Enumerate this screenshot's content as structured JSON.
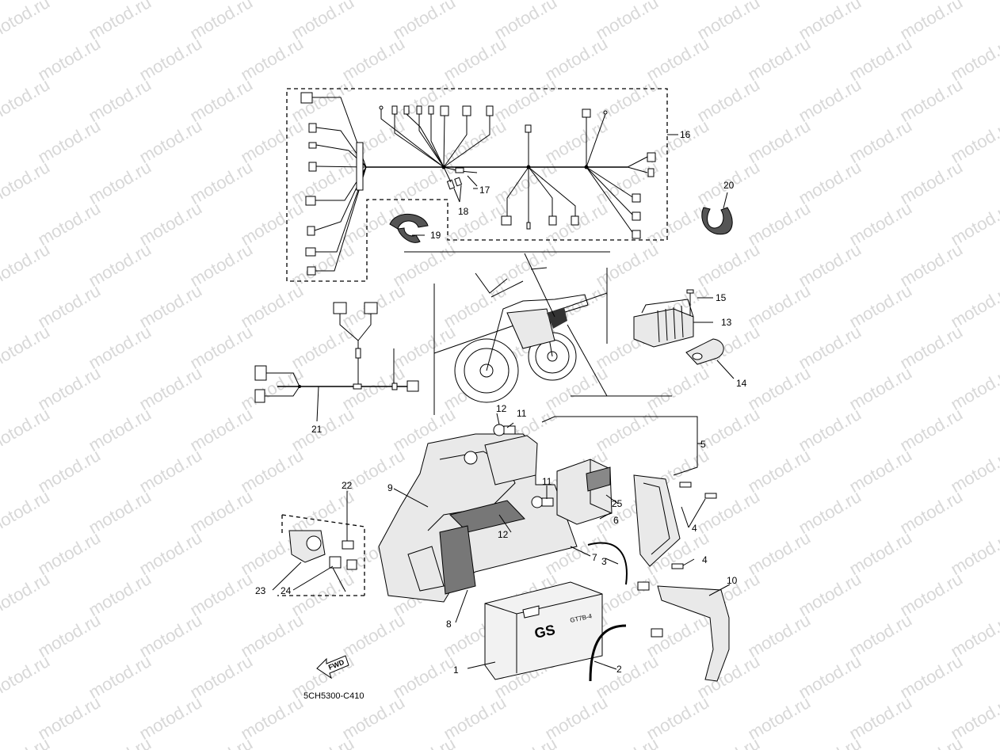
{
  "watermark": "motod.ru",
  "diagram_code": "5CH5300-C410",
  "fwd_label": "FWD",
  "battery": {
    "brand": "GS",
    "model": "GT7B-4"
  },
  "callouts": {
    "c1": "1",
    "c2": "2",
    "c3": "3",
    "c4a": "4",
    "c4b": "4",
    "c5": "5",
    "c6": "6",
    "c7": "7",
    "c8": "8",
    "c9": "9",
    "c10": "10",
    "c11a": "11",
    "c11b": "11",
    "c12a": "12",
    "c12b": "12",
    "c13": "13",
    "c14": "14",
    "c15": "15",
    "c16": "16",
    "c17": "17",
    "c18": "18",
    "c19": "19",
    "c20": "20",
    "c21": "21",
    "c22": "22",
    "c23": "23",
    "c24": "24",
    "c25": "25"
  }
}
